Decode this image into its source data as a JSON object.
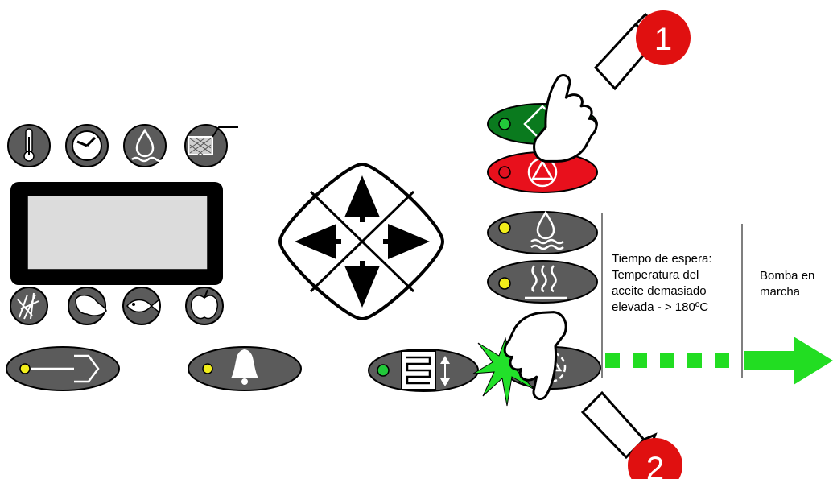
{
  "annotations": {
    "step1": "1",
    "step2": "2",
    "wait_text": [
      "Tiempo de espera:",
      "Temperatura del",
      "aceite demasiado",
      "elevada  - > 180ºC"
    ],
    "pump_text": [
      "Bomba en",
      "marcha"
    ]
  },
  "colors": {
    "panel_gray": "#5b5b5b",
    "green_button": "#0a7a1e",
    "red_button": "#e8101c",
    "led_yellow": "#f2ee1a",
    "led_green": "#22c83a",
    "led_red": "#e01020",
    "arrow_green": "#22dd22",
    "badge_red": "#e01010"
  },
  "icons": {
    "top_row": [
      "thermometer-icon",
      "clock-icon",
      "water-drop-icon",
      "filter-basket-icon"
    ],
    "bottom_row": [
      "fries-icon",
      "meat-icon",
      "fish-icon",
      "apple-icon"
    ],
    "left_buttons": [
      "exit-arrow-icon",
      "bell-icon"
    ],
    "right_column": [
      "start-diamond-icon",
      "stop-triangle-icon",
      "water-drop-waves-icon",
      "heat-waves-icon",
      "pump-icon"
    ],
    "misc": [
      "heating-coil-icon",
      "starburst-icon",
      "hand-pointer-icon",
      "navigation-cross-icon"
    ]
  }
}
